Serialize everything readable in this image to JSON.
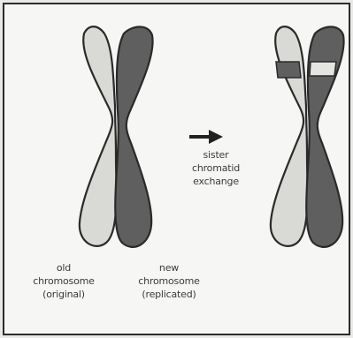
{
  "colors": {
    "light": "#d9dad6",
    "dark": "#5f5f5f",
    "outline": "#2a2a2a",
    "background": "#f6f6f4"
  },
  "arrow_label": [
    "sister",
    "chromatid",
    "exchange"
  ],
  "old_label": [
    "old",
    "chromosome",
    "(original)"
  ],
  "new_label": [
    "new",
    "chromosome",
    "(replicated)"
  ]
}
